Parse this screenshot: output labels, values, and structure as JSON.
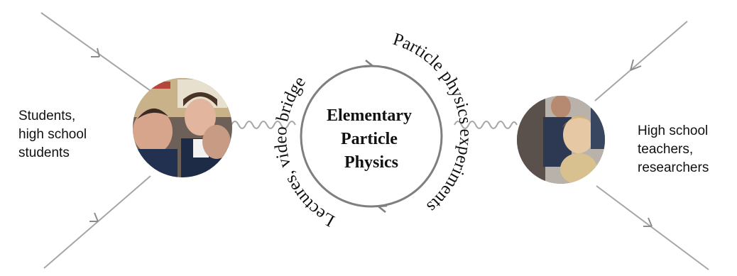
{
  "center": {
    "title_lines": [
      "Elementary",
      "Particle",
      "Physics"
    ]
  },
  "arcs": {
    "left": "Lectures, video bridge",
    "right": "Particle physics experiments"
  },
  "left_group": {
    "lines": [
      "Students,",
      "high school",
      "students"
    ],
    "photo": "students-photo"
  },
  "right_group": {
    "lines": [
      "High school",
      "teachers,",
      "researchers"
    ],
    "photo": "teachers-photo"
  },
  "colors": {
    "line": "#a6a6a6",
    "arrow": "#8c8c8c",
    "circle": "#7f7f7f",
    "text": "#111111"
  }
}
